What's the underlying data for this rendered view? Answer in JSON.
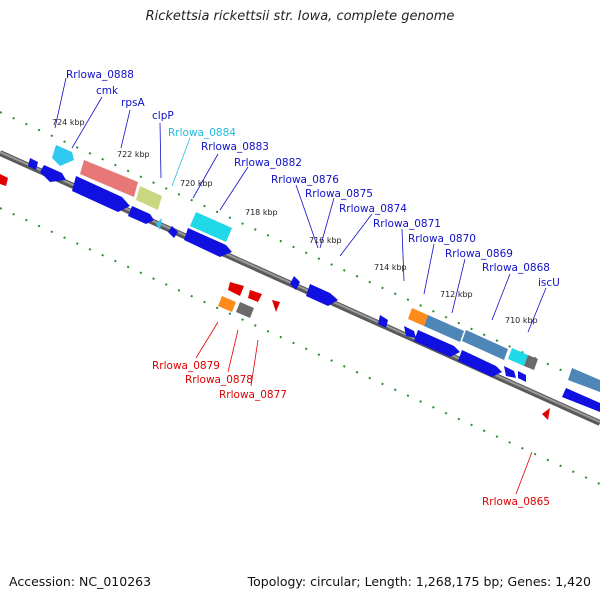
{
  "header": {
    "title": "Rickettsia rickettsii str. Iowa, complete genome"
  },
  "footer": {
    "accession": "Accession: NC_010263",
    "summary": "Topology: circular; Length: 1,268,175 bp; Genes: 1,420"
  },
  "colors": {
    "backbone": "#7a7a7a",
    "tick": "#2e8b2e",
    "forward_label": "#1010c8",
    "reverse_label": "#e00000",
    "highlight_label": "#22bbdd"
  },
  "scale_labels": [
    "724 kbp",
    "722 kbp",
    "720 kbp",
    "718 kbp",
    "716 kbp",
    "714 kbp",
    "712 kbp",
    "710 kbp"
  ],
  "gene_labels": {
    "forward": [
      "Rrlowa_0888",
      "cmk",
      "rpsA",
      "clpP",
      "Rrlowa_0883",
      "Rrlowa_0882",
      "Rrlowa_0876",
      "Rrlowa_0875",
      "Rrlowa_0874",
      "Rrlowa_0871",
      "Rrlowa_0870",
      "Rrlowa_0869",
      "Rrlowa_0868",
      "iscU"
    ],
    "highlighted": [
      "Rrlowa_0884"
    ],
    "reverse": [
      "Rrlowa_0879",
      "Rrlowa_0878",
      "Rrlowa_0877",
      "Rrlowa_0865"
    ]
  }
}
